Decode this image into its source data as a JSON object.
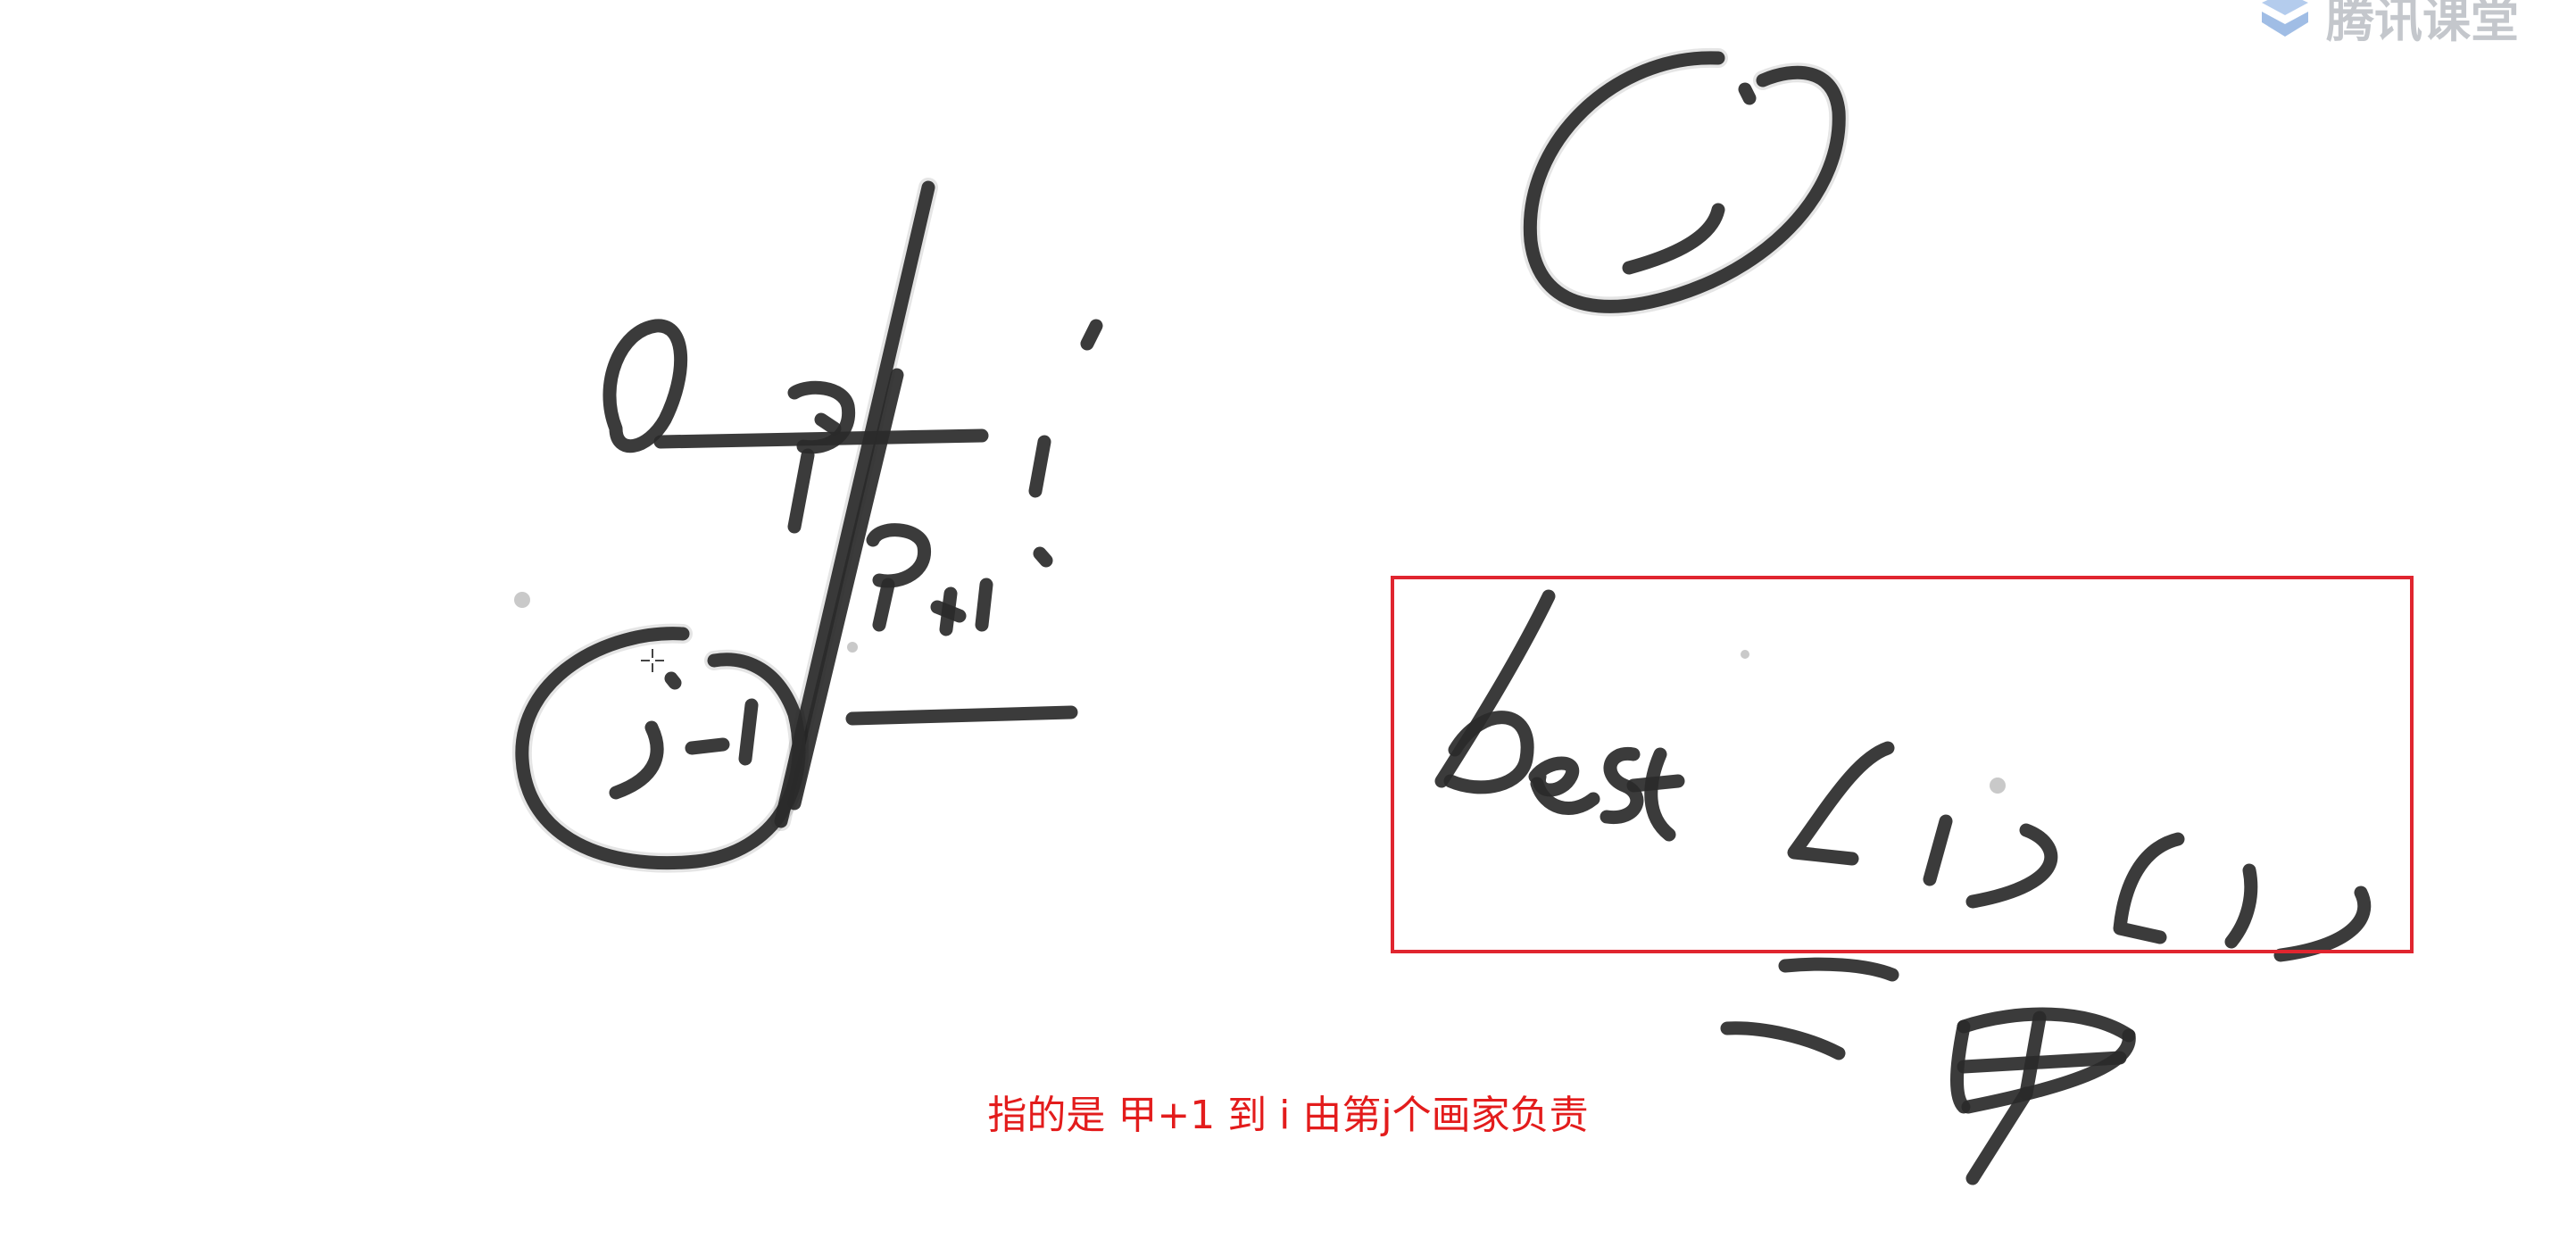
{
  "app": {
    "logo_text": "腾讯课堂",
    "logo_icon": "tencent-classroom-logo-icon"
  },
  "subtitle": {
    "text": "指的是 甲+1 到 i 由第j个画家负责"
  },
  "whiteboard": {
    "highlight_color": "#e0252f",
    "ink_color": "#2a2a2a",
    "handwriting": [
      "0",
      "i",
      "甲",
      "甲+1",
      "j-1",
      "j",
      "best[i][j]",
      "=甲"
    ]
  },
  "cursor": {
    "icon": "crosshair-cursor-icon"
  }
}
